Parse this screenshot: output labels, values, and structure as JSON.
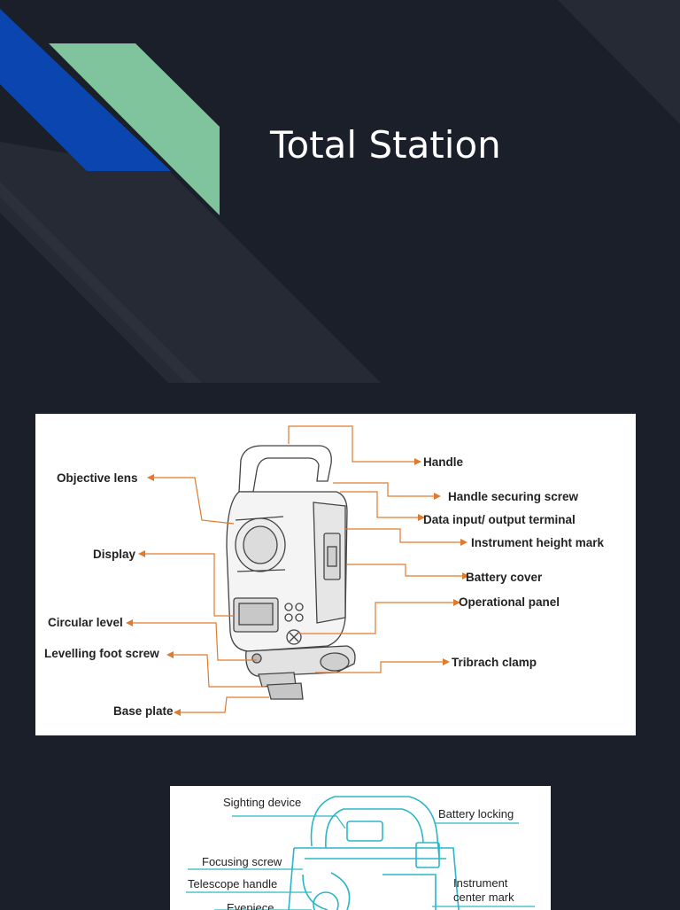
{
  "slide": {
    "title": "Total Station",
    "colors": {
      "background": "#1b1f2a",
      "accent_blue": "#0a45b0",
      "accent_green": "#7fc49d",
      "diagram_leader": "#e07a2e",
      "diagram_outline_cyan": "#2bb6c8"
    }
  },
  "diagram1": {
    "labels": {
      "handle": "Handle",
      "objective_lens": "Objective lens",
      "handle_securing_screw": "Handle securing screw",
      "data_terminal": "Data input/ output terminal",
      "instrument_height_mark": "Instrument height mark",
      "display": "Display",
      "battery_cover": "Battery cover",
      "operational_panel": "Operational panel",
      "circular_level": "Circular level",
      "levelling_foot_screw": "Levelling foot screw",
      "tribrach_clamp": "Tribrach clamp",
      "base_plate": "Base plate"
    }
  },
  "diagram2": {
    "labels": {
      "sighting_device": "Sighting device",
      "battery_locking": "Battery locking",
      "focusing_screw": "Focusing screw",
      "telescope_handle": "Telescope handle",
      "instrument_center_mark_line1": "Instrument",
      "instrument_center_mark_line2": "center mark",
      "eyepiece": "Eyepiece"
    }
  }
}
